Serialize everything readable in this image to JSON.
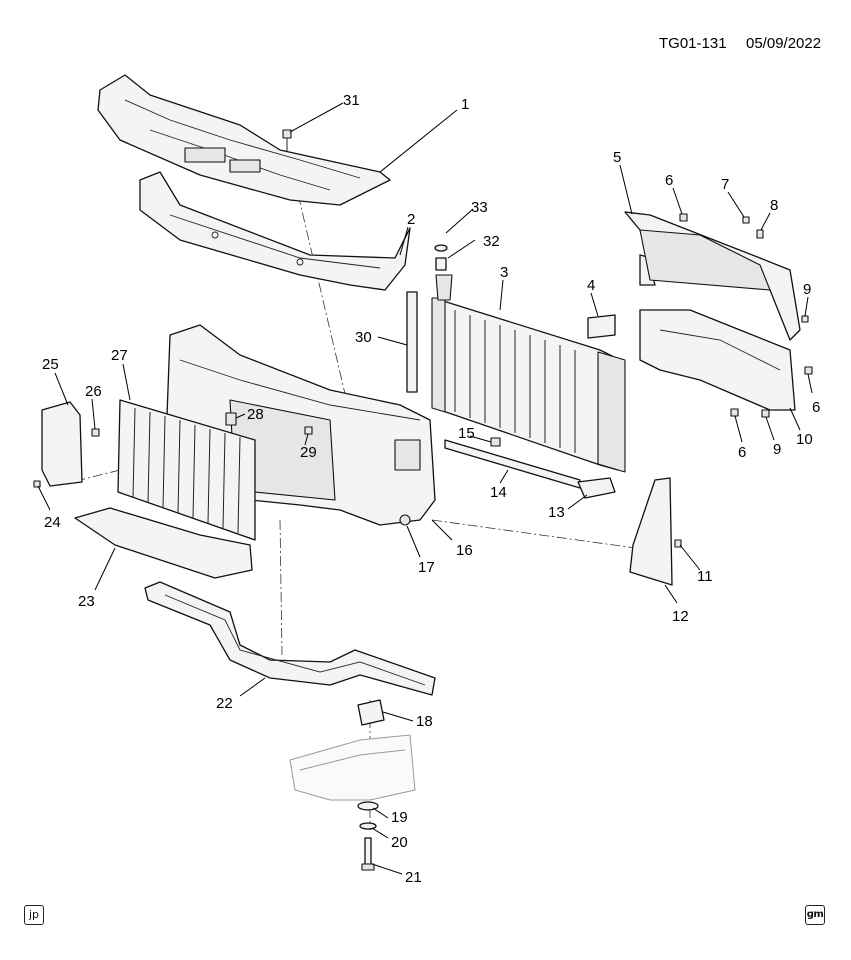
{
  "header": {
    "diagram_code": "TG01-131",
    "date": "05/09/2022"
  },
  "callouts": [
    {
      "id": "c1",
      "label": "1"
    },
    {
      "id": "c2",
      "label": "2"
    },
    {
      "id": "c3",
      "label": "3"
    },
    {
      "id": "c4",
      "label": "4"
    },
    {
      "id": "c5",
      "label": "5"
    },
    {
      "id": "c6a",
      "label": "6"
    },
    {
      "id": "c6b",
      "label": "6"
    },
    {
      "id": "c6c",
      "label": "6"
    },
    {
      "id": "c7",
      "label": "7"
    },
    {
      "id": "c8",
      "label": "8"
    },
    {
      "id": "c9a",
      "label": "9"
    },
    {
      "id": "c9b",
      "label": "9"
    },
    {
      "id": "c10",
      "label": "10"
    },
    {
      "id": "c11",
      "label": "11"
    },
    {
      "id": "c12",
      "label": "12"
    },
    {
      "id": "c13",
      "label": "13"
    },
    {
      "id": "c14",
      "label": "14"
    },
    {
      "id": "c15",
      "label": "15"
    },
    {
      "id": "c16",
      "label": "16"
    },
    {
      "id": "c17",
      "label": "17"
    },
    {
      "id": "c18",
      "label": "18"
    },
    {
      "id": "c19",
      "label": "19"
    },
    {
      "id": "c20",
      "label": "20"
    },
    {
      "id": "c21",
      "label": "21"
    },
    {
      "id": "c22",
      "label": "22"
    },
    {
      "id": "c23",
      "label": "23"
    },
    {
      "id": "c24",
      "label": "24"
    },
    {
      "id": "c25",
      "label": "25"
    },
    {
      "id": "c26",
      "label": "26"
    },
    {
      "id": "c27",
      "label": "27"
    },
    {
      "id": "c28",
      "label": "28"
    },
    {
      "id": "c29",
      "label": "29"
    },
    {
      "id": "c30",
      "label": "30"
    },
    {
      "id": "c31",
      "label": "31"
    },
    {
      "id": "c32",
      "label": "32"
    },
    {
      "id": "c33",
      "label": "33"
    }
  ],
  "footer": {
    "left_icon_text": "jp",
    "right_icon_text": "gm"
  }
}
